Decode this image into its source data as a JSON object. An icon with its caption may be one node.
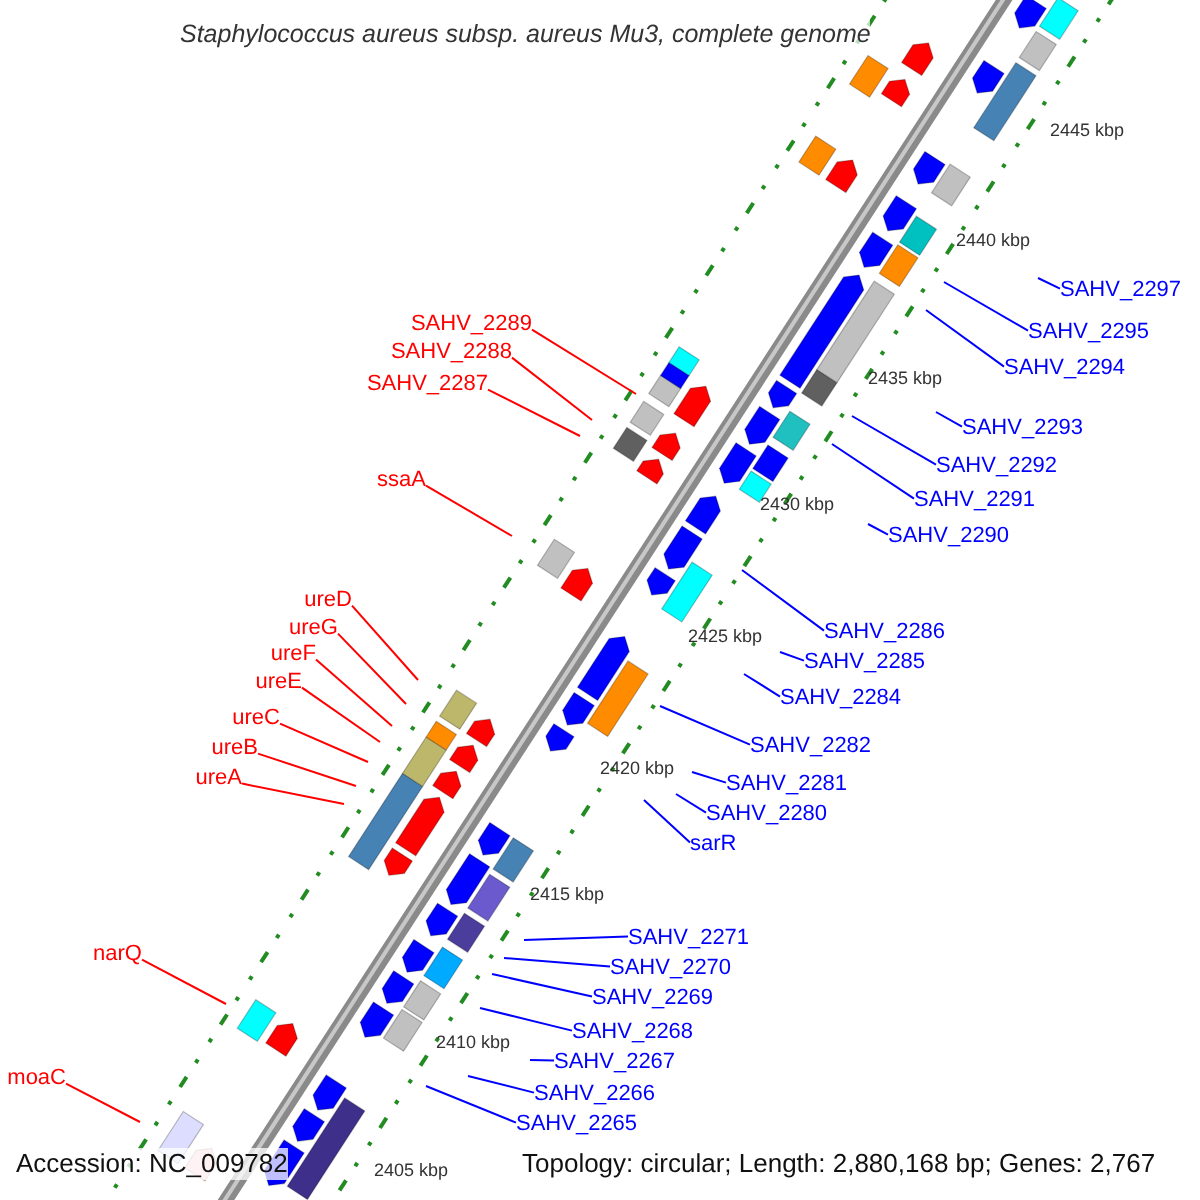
{
  "diagram": {
    "title": "Staphylococcus aureus subsp. aureus Mu3, complete genome",
    "nodes": [
      {
        "text": [
          "SAHV_2297"
        ]
      },
      {
        "text": [
          "SAHV_2289"
        ]
      },
      {
        "text": [
          "SAHV_2295"
        ]
      },
      {
        "text": [
          "SAHV_2288"
        ]
      },
      {
        "text": [
          "SAHV_2294"
        ]
      },
      {
        "text": [
          "SAHV_2287"
        ]
      },
      {
        "text": [
          "SAHV_2293"
        ]
      },
      {
        "text": [
          "SAHV_2292"
        ]
      },
      {
        "text": [
          "ssaA"
        ]
      },
      {
        "text": [
          "SAHV_2291"
        ]
      },
      {
        "text": [
          "SAHV_2290"
        ]
      },
      {
        "text": [
          "ureD"
        ]
      },
      {
        "text": [
          "ureG"
        ]
      },
      {
        "text": [
          "SAHV_2286"
        ]
      },
      {
        "text": [
          "ureF"
        ]
      },
      {
        "text": [
          "SAHV_2285"
        ]
      },
      {
        "text": [
          "ureE"
        ]
      },
      {
        "text": [
          "SAHV_2284"
        ]
      },
      {
        "text": [
          "ureC"
        ]
      },
      {
        "text": [
          "SAHV_2282"
        ]
      },
      {
        "text": [
          "ureB"
        ]
      },
      {
        "text": [
          "ureA"
        ]
      },
      {
        "text": [
          "SAHV_2281"
        ]
      },
      {
        "text": [
          "SAHV_2280"
        ]
      },
      {
        "text": [
          "sarR"
        ]
      },
      {
        "text": [
          "SAHV_2271"
        ]
      },
      {
        "text": [
          "narQ"
        ]
      },
      {
        "text": [
          "SAHV_2270"
        ]
      },
      {
        "text": [
          "SAHV_2269"
        ]
      },
      {
        "text": [
          "SAHV_2268"
        ]
      },
      {
        "text": [
          "SAHV_2267"
        ]
      },
      {
        "text": [
          "moaC"
        ]
      },
      {
        "text": [
          "SAHV_2266"
        ]
      },
      {
        "text": [
          "SAHV_2265"
        ]
      }
    ],
    "edges": [
      {
        "from": 0,
        "to": null,
        "arrow": "none"
      },
      {
        "from": 1,
        "to": null,
        "arrow": "none",
        "color": "#ff0000"
      },
      {
        "from": 2,
        "to": null,
        "arrow": "none"
      },
      {
        "from": 3,
        "to": null,
        "arrow": "none",
        "color": "#ff0000"
      },
      {
        "from": 4,
        "to": null,
        "arrow": "none"
      },
      {
        "from": 5,
        "to": null,
        "arrow": "none",
        "color": "#ff0000"
      },
      {
        "from": 6,
        "to": null,
        "arrow": "none"
      },
      {
        "from": 7,
        "to": null,
        "arrow": "none"
      },
      {
        "from": 8,
        "to": null,
        "arrow": "none",
        "color": "#ff0000"
      },
      {
        "from": 9,
        "to": null,
        "arrow": "none"
      },
      {
        "from": 10,
        "to": null,
        "arrow": "none"
      },
      {
        "from": 11,
        "to": null,
        "arrow": "none",
        "color": "#ff0000"
      },
      {
        "from": 12,
        "to": null,
        "arrow": "none",
        "color": "#ff0000"
      },
      {
        "from": 13,
        "to": null,
        "arrow": "none"
      },
      {
        "from": 14,
        "to": null,
        "arrow": "none",
        "color": "#ff0000"
      },
      {
        "from": 15,
        "to": null,
        "arrow": "none"
      },
      {
        "from": 16,
        "to": null,
        "arrow": "none",
        "color": "#ff0000"
      },
      {
        "from": 17,
        "to": null,
        "arrow": "none"
      },
      {
        "from": 18,
        "to": null,
        "arrow": "none",
        "color": "#ff0000"
      },
      {
        "from": 19,
        "to": null,
        "arrow": "none"
      },
      {
        "from": 20,
        "to": null,
        "arrow": "none",
        "color": "#ff0000"
      },
      {
        "from": 21,
        "to": null,
        "arrow": "none",
        "color": "#ff0000"
      },
      {
        "from": 22,
        "to": null,
        "arrow": "none"
      },
      {
        "from": 23,
        "to": null,
        "arrow": "none"
      },
      {
        "from": 24,
        "to": null,
        "arrow": "none"
      },
      {
        "from": 25,
        "to": null,
        "arrow": "none"
      },
      {
        "from": 26,
        "to": null,
        "arrow": "none",
        "color": "#ff0000"
      },
      {
        "from": 27,
        "to": null,
        "arrow": "none"
      },
      {
        "from": 28,
        "to": null,
        "arrow": "none"
      },
      {
        "from": 29,
        "to": null,
        "arrow": "none"
      },
      {
        "from": 30,
        "to": null,
        "arrow": "none"
      },
      {
        "from": 31,
        "to": null,
        "arrow": "none",
        "color": "#ff0000"
      },
      {
        "from": 32,
        "to": null,
        "arrow": "none"
      },
      {
        "from": 33,
        "to": null,
        "arrow": "none"
      }
    ],
    "labels": [
      "2445 kbp",
      "2440 kbp",
      "2435 kbp",
      "2430 kbp",
      "2425 kbp",
      "2420 kbp",
      "2415 kbp",
      "2410 kbp",
      "2405 kbp",
      "Accession: NC_009782",
      "Topology: circular; Length: 2,880,168 bp; Genes: 2,767"
    ]
  }
}
